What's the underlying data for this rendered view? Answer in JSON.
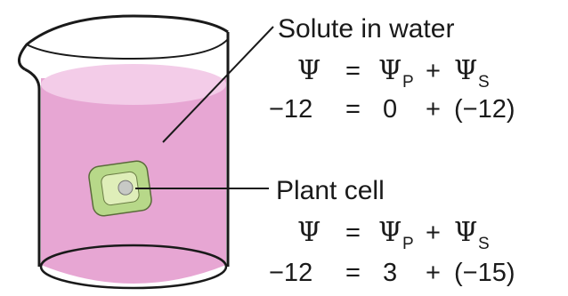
{
  "colors": {
    "solution_fill": "#e7a6d3",
    "solution_top": "#f3cce8",
    "beaker_stroke": "#1a1a1a",
    "cell_wall": "#b7d889",
    "cell_inner": "#dfeeb9",
    "nucleus": "#c7c9c5"
  },
  "water": {
    "title": "Solute in water",
    "symbol": "Ψ",
    "equals": "=",
    "plus": "+",
    "sub_p": "P",
    "sub_s": "S",
    "value": "−12",
    "pressure": "0",
    "solute": "(−12)"
  },
  "cell": {
    "title": "Plant cell",
    "symbol": "Ψ",
    "equals": "=",
    "plus": "+",
    "sub_p": "P",
    "sub_s": "S",
    "value": "−12",
    "pressure": "3",
    "solute": "(−15)"
  }
}
